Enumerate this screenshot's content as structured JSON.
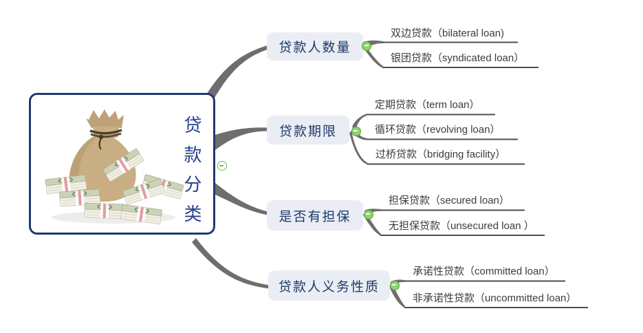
{
  "central": {
    "title": "贷款分类",
    "image": "money-bag-with-dollar-bundles",
    "border_color": "#1e3a6e",
    "title_color": "#26418c"
  },
  "icons": {
    "collapse": "minus-circle-icon"
  },
  "colors": {
    "branch_node_fill": "#ebedf5",
    "branch_node_text": "#1e3a68",
    "child_text": "#3c3c3c",
    "connector_line": "#6e6e6e",
    "collapse_green": "#54a33b"
  },
  "branches": [
    {
      "label": "贷款人数量",
      "children": [
        "双边贷款（bilateral loan)",
        "银团贷款（syndicated loan）"
      ]
    },
    {
      "label": "贷款期限",
      "children": [
        "定期贷款（term loan）",
        "循环贷款（revolving loan）",
        "过桥贷款（bridging facility）"
      ]
    },
    {
      "label": "是否有担保",
      "children": [
        "担保贷款（secured loan）",
        "无担保贷款（unsecured loan ）"
      ]
    },
    {
      "label": "贷款人义务性质",
      "children": [
        "承诺性贷款（committed loan）",
        "非承诺性贷款（uncommitted loan）"
      ]
    }
  ]
}
